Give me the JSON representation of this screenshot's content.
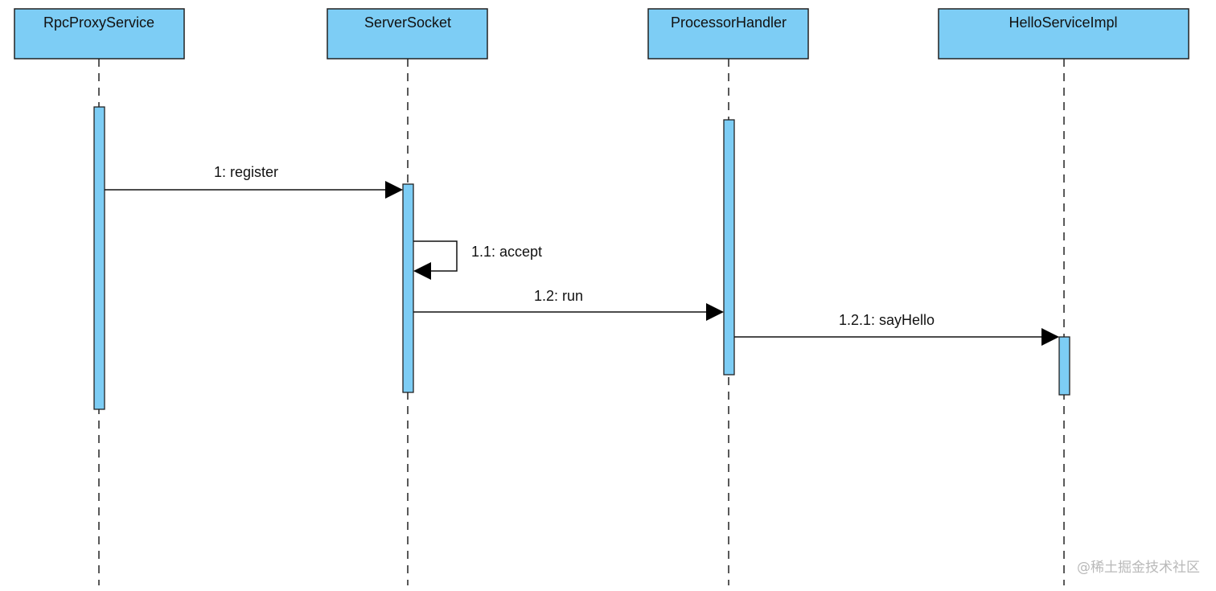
{
  "participants": [
    {
      "name": "RpcProxyService"
    },
    {
      "name": "ServerSocket"
    },
    {
      "name": "ProcessorHandler"
    },
    {
      "name": "HelloServiceImpl"
    }
  ],
  "messages": [
    {
      "label": "1: register",
      "from": "RpcProxyService",
      "to": "ServerSocket"
    },
    {
      "label": "1.1: accept",
      "from": "ServerSocket",
      "to": "ServerSocket"
    },
    {
      "label": "1.2: run",
      "from": "ServerSocket",
      "to": "ProcessorHandler"
    },
    {
      "label": "1.2.1: sayHello",
      "from": "ProcessorHandler",
      "to": "HelloServiceImpl"
    }
  ],
  "watermark": "@稀土掘金技术社区",
  "colors": {
    "fill": "#7dcdf5",
    "stroke": "#222222"
  }
}
